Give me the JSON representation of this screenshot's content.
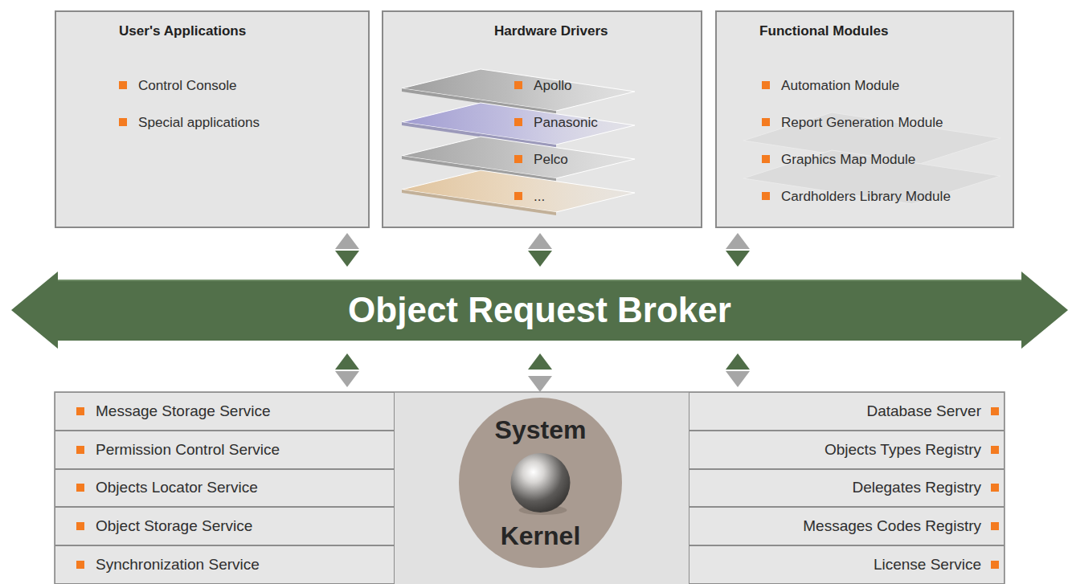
{
  "diagram": {
    "nodes": [
      {
        "text": [
          "User's Applications",
          "Control Console",
          "Special applications"
        ]
      },
      {
        "text": [
          "Hardware Drivers",
          "Apollo",
          "Panasonic",
          "Pelco",
          "..."
        ]
      },
      {
        "text": [
          "Functional Modules",
          "Automation Module",
          "Report Generation Module",
          "Graphics Map Module",
          "Cardholders Library Module"
        ]
      },
      {
        "text": [
          "Object Request Broker"
        ]
      },
      {
        "text": [
          "Message Storage Service"
        ]
      },
      {
        "text": [
          "Permission Control Service"
        ]
      },
      {
        "text": [
          "Objects Locator Service"
        ]
      },
      {
        "text": [
          "Object Storage Service"
        ]
      },
      {
        "text": [
          "Synchronization Service"
        ]
      },
      {
        "text": [
          "System",
          "Kernel"
        ]
      },
      {
        "text": [
          "Database Server"
        ]
      },
      {
        "text": [
          "Objects Types Registry"
        ]
      },
      {
        "text": [
          "Delegates Registry"
        ]
      },
      {
        "text": [
          "Messages Codes Registry"
        ]
      },
      {
        "text": [
          "License Service"
        ]
      }
    ],
    "edges": [
      {
        "from": 0,
        "to": 3,
        "arrow": "both"
      },
      {
        "from": 1,
        "to": 3,
        "arrow": "both"
      },
      {
        "from": 2,
        "to": 3,
        "arrow": "both"
      },
      {
        "from": 3,
        "to": 4,
        "arrow": "both"
      },
      {
        "from": 3,
        "to": 9,
        "arrow": "both"
      },
      {
        "from": 3,
        "to": 10,
        "arrow": "both"
      }
    ]
  }
}
